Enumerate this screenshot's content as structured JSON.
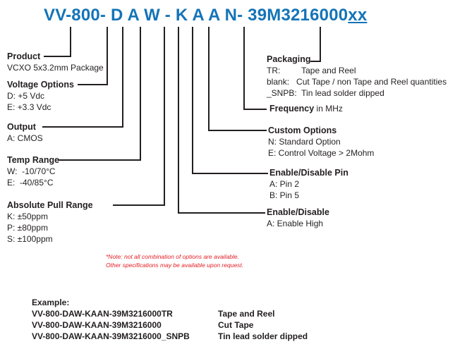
{
  "part_number": {
    "prefix": "VV-800- ",
    "c1": "D",
    "sp1": " ",
    "c2": "A",
    "sp2": " ",
    "c3": "W",
    "dash1": " - ",
    "c4": "K",
    "sp3": " ",
    "c5": "A",
    "sp4": " ",
    "c6": "A",
    "sp5": " ",
    "c7": "N",
    "dash2": "- ",
    "freq": "39M3216000",
    "suffix": "xx"
  },
  "fields": {
    "product": {
      "title": "Product",
      "options": [
        "VCXO 5x3.2mm Package"
      ]
    },
    "voltage": {
      "title": "Voltage Options",
      "options": [
        "D: +5 Vdc",
        "E: +3.3 Vdc"
      ]
    },
    "output": {
      "title": "Output",
      "options": [
        "A: CMOS"
      ]
    },
    "temp": {
      "title": "Temp Range",
      "options": [
        "W:  -10/70°C",
        "E:  -40/85°C"
      ]
    },
    "pull": {
      "title": "Absolute Pull Range",
      "options": [
        "K: ±50ppm",
        "P: ±80ppm",
        "S: ±100ppm"
      ]
    },
    "packaging": {
      "title": "Packaging",
      "options": [
        "TR:         Tape and Reel",
        "blank:   Cut Tape / non Tape and Reel quantities",
        "_SNPB:  Tin lead solder dipped"
      ]
    },
    "frequency": {
      "title": "Frequency",
      "unit": " in MHz"
    },
    "custom": {
      "title": "Custom Options",
      "options": [
        "N: Standard Option",
        "E: Control Voltage > 2Mohm"
      ]
    },
    "enable_pin": {
      "title": "Enable/Disable Pin",
      "options": [
        "A: Pin 2",
        "B: Pin 5"
      ]
    },
    "enable": {
      "title": "Enable/Disable",
      "options": [
        "A: Enable High"
      ]
    }
  },
  "note": {
    "line1": "*Note: not all combination of options are available.",
    "line2": "Other specifications may be available upon request."
  },
  "example": {
    "heading": "Example:",
    "rows": [
      {
        "pn": "VV-800-DAW-KAAN-39M3216000TR",
        "desc": "Tape and Reel"
      },
      {
        "pn": "VV-800-DAW-KAAN-39M3216000",
        "desc": "Cut Tape"
      },
      {
        "pn": "VV-800-DAW-KAAN-39M3216000_SNPB",
        "desc": "Tin lead solder dipped"
      }
    ]
  },
  "colors": {
    "part_number": "#1474b8",
    "note": "#e31e24",
    "text": "#231f20"
  }
}
